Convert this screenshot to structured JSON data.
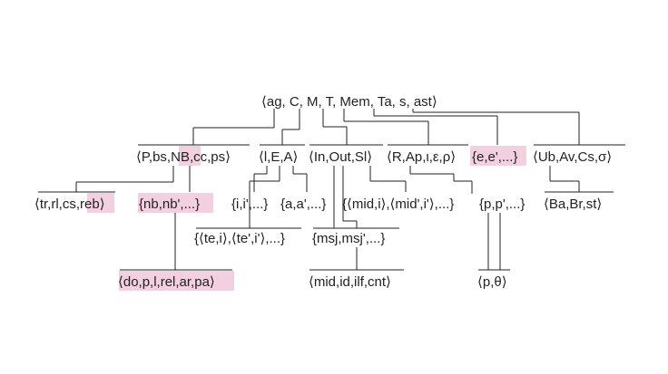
{
  "colors": {
    "highlight": "#f2d0e0",
    "line": "#222222",
    "background": "#ffffff"
  },
  "nodes": {
    "root": "⟨ag, C, M, T, Mem, Ta, s, ast⟩",
    "p_tuple": "⟨P,bs,",
    "p_nb": "NB",
    "p_tail": ",cc,ps⟩",
    "lea": "⟨l,E,A⟩",
    "inout": "⟨In,Out,Sl⟩",
    "rap": "⟨R,Ap,ι,ε,ρ⟩",
    "e_set": "{e,e',...}",
    "ub": "⟨Ub,Av,Cs,σ⟩",
    "tr_head": "⟨tr,rl,cs,",
    "tr_reb": "reb",
    "tr_tail": "⟩",
    "nb_set": "{nb,nb',...}",
    "i_set": "{i,i',...}",
    "a_set": "{a,a',...}",
    "mid_set": "{⟨mid,i⟩,⟨mid',i'⟩,...}",
    "p_set": "{p,p',...}",
    "ba": "⟨Ba,Br,st⟩",
    "te_set": "{⟨te,i⟩,⟨te',i'⟩,...}",
    "msj_set": "{msj,msj',...}",
    "do_tuple": "⟨do,p,l,rel,ar,pa⟩",
    "mid_tuple": "⟨mid,id,ilf,cnt⟩",
    "ptheta": "⟨p,θ⟩"
  }
}
